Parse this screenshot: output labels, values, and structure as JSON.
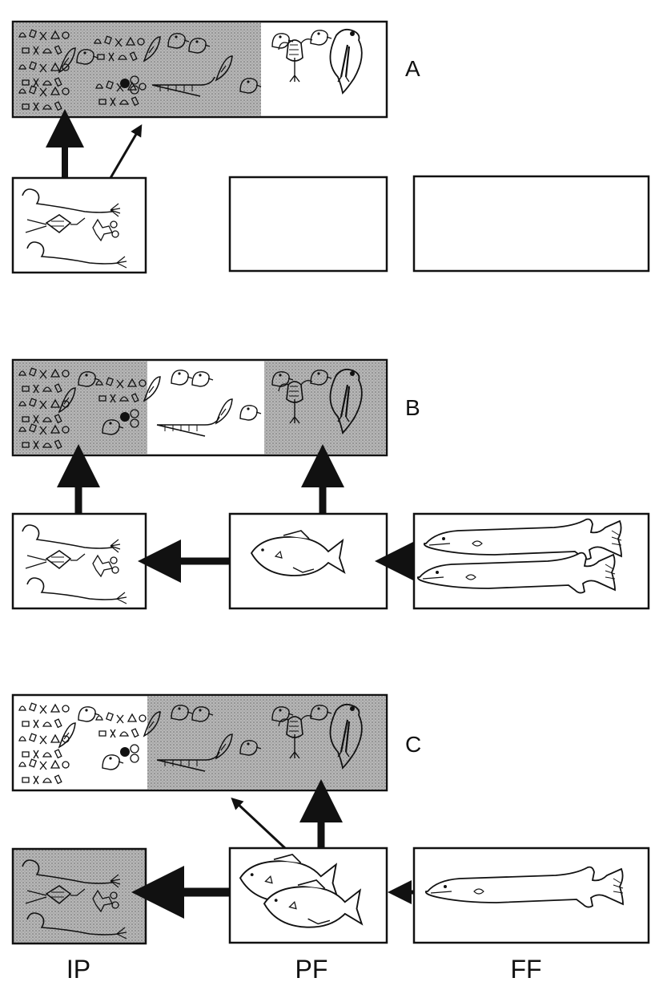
{
  "panels": [
    {
      "label": "A"
    },
    {
      "label": "B"
    },
    {
      "label": "C"
    }
  ],
  "columns": [
    "IP",
    "PF",
    "FF"
  ],
  "colors": {
    "ink": "#111111",
    "shade": "#9a9a9a",
    "paper": "#ffffff"
  }
}
